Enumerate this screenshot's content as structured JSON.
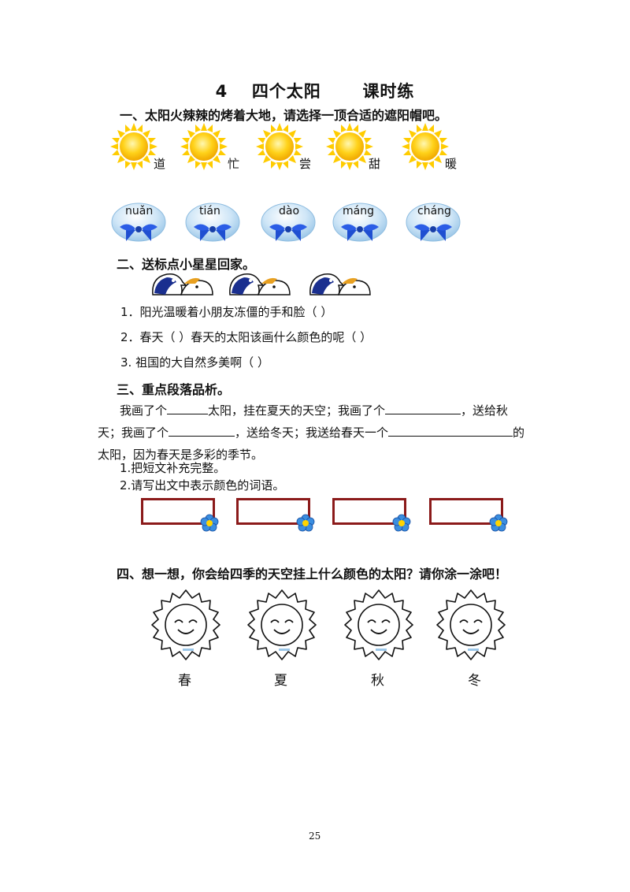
{
  "title": {
    "num": "4",
    "name": "四个太阳",
    "sub": "课时练"
  },
  "section1": {
    "heading": "一、太阳火辣辣的烤着大地，请选择一顶合适的遮阳帽吧。",
    "suns": [
      "道",
      "忙",
      "尝",
      "甜",
      "暖"
    ],
    "hats": [
      "nuǎn",
      "tián",
      "dào",
      "máng",
      "cháng"
    ]
  },
  "section2": {
    "heading": "二、送标点小星星回家。",
    "items": [
      "1．阳光温暖着小朋友冻僵的手和脸（        ）",
      "2．春天（        ）春天的太阳该画什么颜色的呢（        ）",
      "3.  祖国的大自然多美啊（        ）"
    ]
  },
  "section3": {
    "heading": "三、重点段落品析。",
    "p1a": "我画了个",
    "p1b": "太阳，挂在夏天的天空；我画了个",
    "p1c": "，送给秋",
    "p2a": "天；我画了个",
    "p2b": "，送给冬天；我送给春天一个",
    "p2c": "的",
    "p3": "太阳，因为春天是多彩的季节。",
    "q1": "1.把短文补充完整。",
    "q2": "2.请写出文中表示颜色的词语。"
  },
  "section4": {
    "heading": "四、想一想，你会给四季的天空挂上什么颜色的太阳？请你涂一涂吧！",
    "seasons": [
      "春",
      "夏",
      "秋",
      "冬"
    ]
  },
  "page_number": "25"
}
